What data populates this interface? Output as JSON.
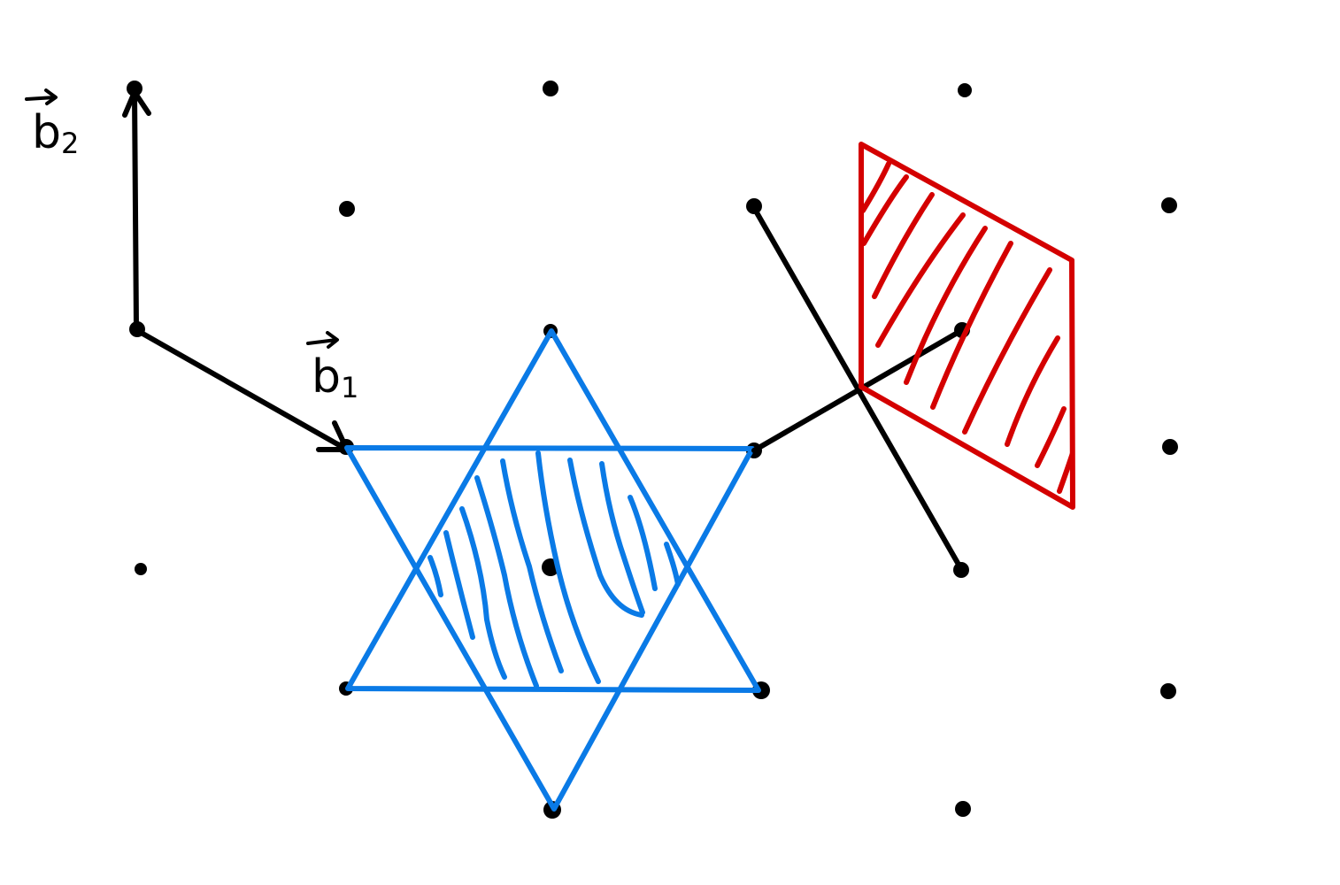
{
  "labels": {
    "b2": {
      "letter": "b",
      "sub": "2"
    },
    "b1": {
      "letter": "b",
      "sub": "1"
    }
  },
  "colors": {
    "ink": "#000000",
    "star": "#0a7ae6",
    "cell": "#d40000",
    "background": "#ffffff"
  }
}
